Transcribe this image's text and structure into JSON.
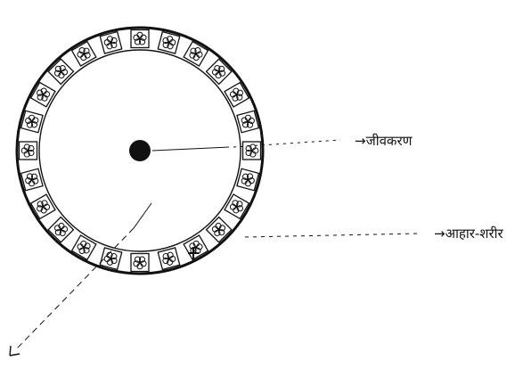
{
  "labels": {
    "nucleus": "→जीवकरण",
    "body": "→आहार-शरीर"
  },
  "ring": {
    "tile_count": 24,
    "motif": "flower"
  },
  "colors": {
    "ink": "#111111",
    "paper": "#ffffff"
  }
}
